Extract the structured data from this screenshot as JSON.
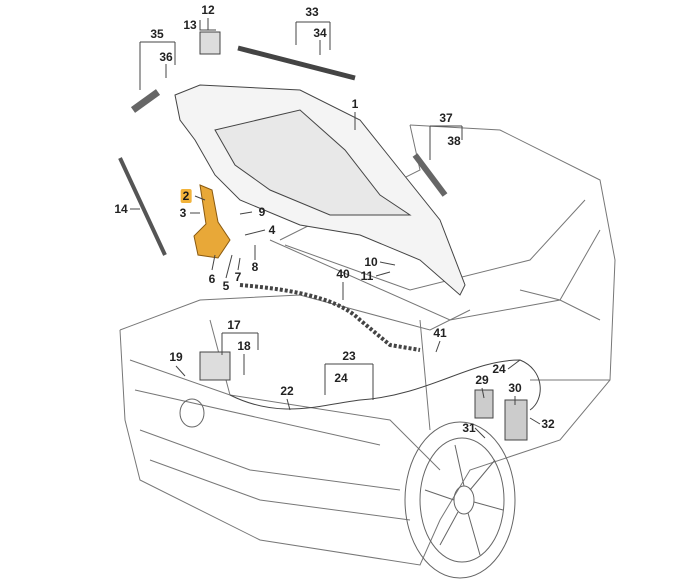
{
  "diagram": {
    "highlight_color": "#e8a838",
    "callouts": [
      {
        "id": "c12",
        "text": "12"
      },
      {
        "id": "c13",
        "text": "13"
      },
      {
        "id": "c33",
        "text": "33"
      },
      {
        "id": "c34",
        "text": "34"
      },
      {
        "id": "c35",
        "text": "35"
      },
      {
        "id": "c36",
        "text": "36"
      },
      {
        "id": "c1",
        "text": "1"
      },
      {
        "id": "c37",
        "text": "37"
      },
      {
        "id": "c38",
        "text": "38"
      },
      {
        "id": "c2",
        "text": "2"
      },
      {
        "id": "c3",
        "text": "3"
      },
      {
        "id": "c9",
        "text": "9"
      },
      {
        "id": "c14",
        "text": "14"
      },
      {
        "id": "c4",
        "text": "4"
      },
      {
        "id": "c6",
        "text": "6"
      },
      {
        "id": "c8",
        "text": "8"
      },
      {
        "id": "c5",
        "text": "5"
      },
      {
        "id": "c7",
        "text": "7"
      },
      {
        "id": "c10",
        "text": "10"
      },
      {
        "id": "c11",
        "text": "11"
      },
      {
        "id": "c40",
        "text": "40"
      },
      {
        "id": "c17",
        "text": "17"
      },
      {
        "id": "c18",
        "text": "18"
      },
      {
        "id": "c19",
        "text": "19"
      },
      {
        "id": "c41",
        "text": "41"
      },
      {
        "id": "c23",
        "text": "23"
      },
      {
        "id": "c24a",
        "text": "24"
      },
      {
        "id": "c22",
        "text": "22"
      },
      {
        "id": "c29",
        "text": "29"
      },
      {
        "id": "c24b",
        "text": "24"
      },
      {
        "id": "c30",
        "text": "30"
      },
      {
        "id": "c31",
        "text": "31"
      },
      {
        "id": "c32",
        "text": "32"
      }
    ]
  }
}
